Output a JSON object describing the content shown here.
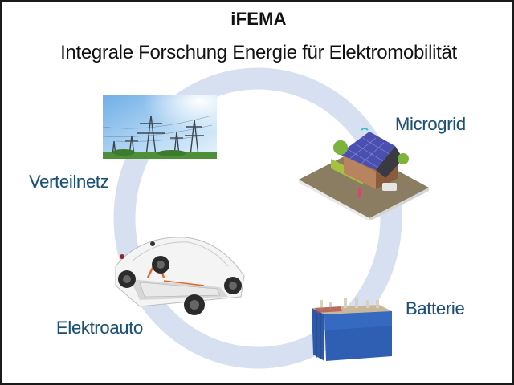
{
  "header": {
    "title": "iFEMA",
    "subtitle": "Integrale Forschung Energie für Elektromobilität"
  },
  "cycle": {
    "ring_color": "#d6e0f1",
    "label_color": "#1d5073",
    "nodes": [
      {
        "label": "Verteilnetz",
        "image": "power-grid-pylons"
      },
      {
        "label": "Microgrid",
        "image": "solar-house"
      },
      {
        "label": "Batterie",
        "image": "battery"
      },
      {
        "label": "Elektroauto",
        "image": "electric-car-chassis"
      }
    ]
  }
}
